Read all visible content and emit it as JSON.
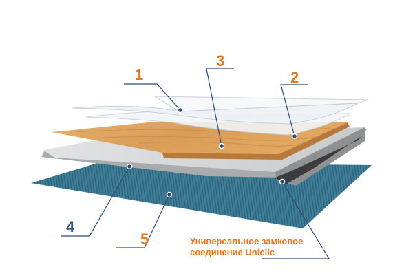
{
  "callouts": [
    {
      "number": "1"
    },
    {
      "number": "2"
    },
    {
      "number": "3"
    },
    {
      "number": "4"
    },
    {
      "number": "5"
    }
  ],
  "caption": {
    "line1": "Универсальное замковое",
    "line2": "соединение Uniclic"
  },
  "colors": {
    "label_number": "#e87722",
    "label_number_alt": "#2f5a7a",
    "caption": "#e87722",
    "leader_line": "#2d4a73",
    "wood_light": "#e0a765",
    "wood_dark": "#c98a45",
    "core_board": "#b9bbbd",
    "backing": "#3d7d95",
    "film": "#eef2f6"
  }
}
